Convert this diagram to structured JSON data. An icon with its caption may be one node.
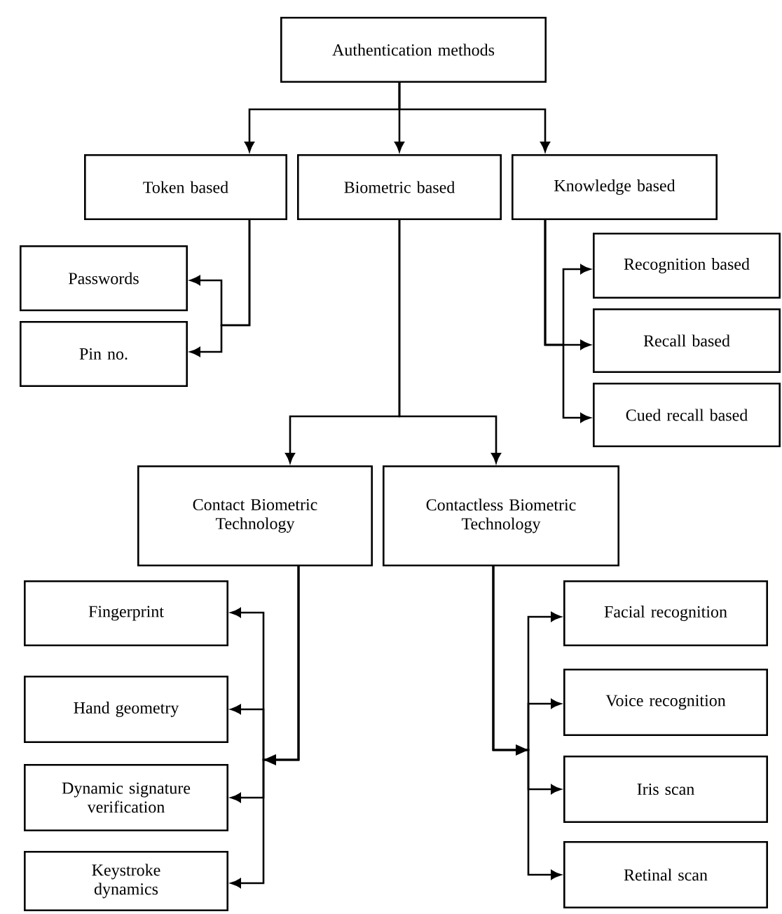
{
  "diagram": {
    "nodes": [
      {
        "text": [
          "Authentication methods"
        ]
      },
      {
        "text": [
          "Token based"
        ]
      },
      {
        "text": [
          "Biometric based"
        ]
      },
      {
        "text": [
          "Knowledge based"
        ]
      },
      {
        "text": [
          "Passwords"
        ]
      },
      {
        "text": [
          "Pin no."
        ]
      },
      {
        "text": [
          "Recognition based"
        ]
      },
      {
        "text": [
          "Recall based"
        ]
      },
      {
        "text": [
          "Cued recall based"
        ]
      },
      {
        "text": [
          "Contact Biometric Technology"
        ]
      },
      {
        "text": [
          "Contactless Biometric Technology"
        ]
      },
      {
        "text": [
          "Fingerprint"
        ]
      },
      {
        "text": [
          "Hand geometry"
        ]
      },
      {
        "text": [
          "Dynamic signature verification"
        ]
      },
      {
        "text": [
          "Keystroke dynamics"
        ]
      },
      {
        "text": [
          "Facial recognition"
        ]
      },
      {
        "text": [
          "Voice recognition"
        ]
      },
      {
        "text": [
          "Iris scan"
        ]
      },
      {
        "text": [
          "Retinal scan"
        ]
      }
    ],
    "edges": [
      {
        "from": 0,
        "to": 1,
        "arrow": "to"
      },
      {
        "from": 0,
        "to": 2,
        "arrow": "to"
      },
      {
        "from": 0,
        "to": 3,
        "arrow": "to"
      },
      {
        "from": 1,
        "to": 4,
        "arrow": "to"
      },
      {
        "from": 1,
        "to": 5,
        "arrow": "to"
      },
      {
        "from": 3,
        "to": 6,
        "arrow": "to"
      },
      {
        "from": 3,
        "to": 7,
        "arrow": "to"
      },
      {
        "from": 3,
        "to": 8,
        "arrow": "to"
      },
      {
        "from": 2,
        "to": 9,
        "arrow": "to"
      },
      {
        "from": 2,
        "to": 10,
        "arrow": "to"
      },
      {
        "from": 9,
        "to": 11,
        "arrow": "to"
      },
      {
        "from": 9,
        "to": 12,
        "arrow": "to"
      },
      {
        "from": 9,
        "to": 13,
        "arrow": "to"
      },
      {
        "from": 9,
        "to": 14,
        "arrow": "to"
      },
      {
        "from": 10,
        "to": 15,
        "arrow": "to"
      },
      {
        "from": 10,
        "to": 16,
        "arrow": "to"
      },
      {
        "from": 10,
        "to": 17,
        "arrow": "to"
      },
      {
        "from": 10,
        "to": 18,
        "arrow": "to"
      }
    ]
  }
}
